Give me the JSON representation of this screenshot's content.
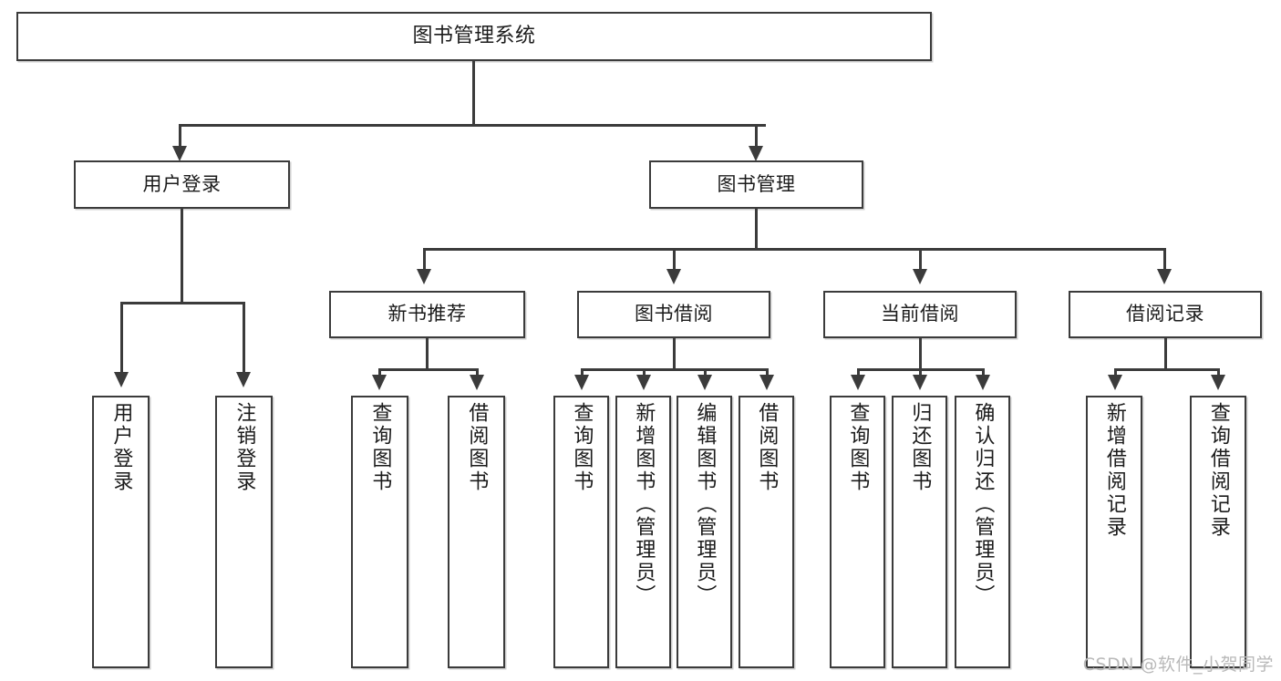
{
  "diagram": {
    "type": "tree-hierarchy",
    "title": "图书管理系统",
    "watermark": "CSDN @软件_小贺同学",
    "colors": {
      "background": "#ffffff",
      "box_border": "#3b3b3b",
      "box_fill": "#ffffff",
      "connector": "#3b3b3b",
      "text": "#1b1b1b",
      "watermark": "#b9b9b9"
    },
    "root": {
      "label": "图书管理系统"
    },
    "level2": [
      {
        "id": "user-login",
        "label": "用户登录"
      },
      {
        "id": "book-manage",
        "label": "图书管理"
      }
    ],
    "level3": [
      {
        "id": "new-book-recommend",
        "label": "新书推荐"
      },
      {
        "id": "book-borrow",
        "label": "图书借阅"
      },
      {
        "id": "current-borrow",
        "label": "当前借阅"
      },
      {
        "id": "borrow-record",
        "label": "借阅记录"
      }
    ],
    "leaves": [
      {
        "id": "leaf-user-login",
        "parent": "user-login",
        "label": "用户登录"
      },
      {
        "id": "leaf-logout-login",
        "parent": "user-login",
        "label": "注销登录"
      },
      {
        "id": "leaf-query-book-1",
        "parent": "new-book-recommend",
        "label": "查询图书"
      },
      {
        "id": "leaf-borrow-book-1",
        "parent": "new-book-recommend",
        "label": "借阅图书"
      },
      {
        "id": "leaf-query-book-2",
        "parent": "book-borrow",
        "label": "查询图书"
      },
      {
        "id": "leaf-add-book-admin",
        "parent": "book-borrow",
        "label": "新增图书（管理员）"
      },
      {
        "id": "leaf-edit-book-admin",
        "parent": "book-borrow",
        "label": "编辑图书（管理员）"
      },
      {
        "id": "leaf-borrow-book-2",
        "parent": "book-borrow",
        "label": "借阅图书"
      },
      {
        "id": "leaf-query-book-3",
        "parent": "current-borrow",
        "label": "查询图书"
      },
      {
        "id": "leaf-return-book",
        "parent": "current-borrow",
        "label": "归还图书"
      },
      {
        "id": "leaf-confirm-return-admin",
        "parent": "current-borrow",
        "label": "确认归还（管理员）"
      },
      {
        "id": "leaf-add-borrow-record",
        "parent": "borrow-record",
        "label": "新增借阅记录"
      },
      {
        "id": "leaf-query-borrow-record",
        "parent": "borrow-record",
        "label": "查询借阅记录"
      }
    ]
  }
}
